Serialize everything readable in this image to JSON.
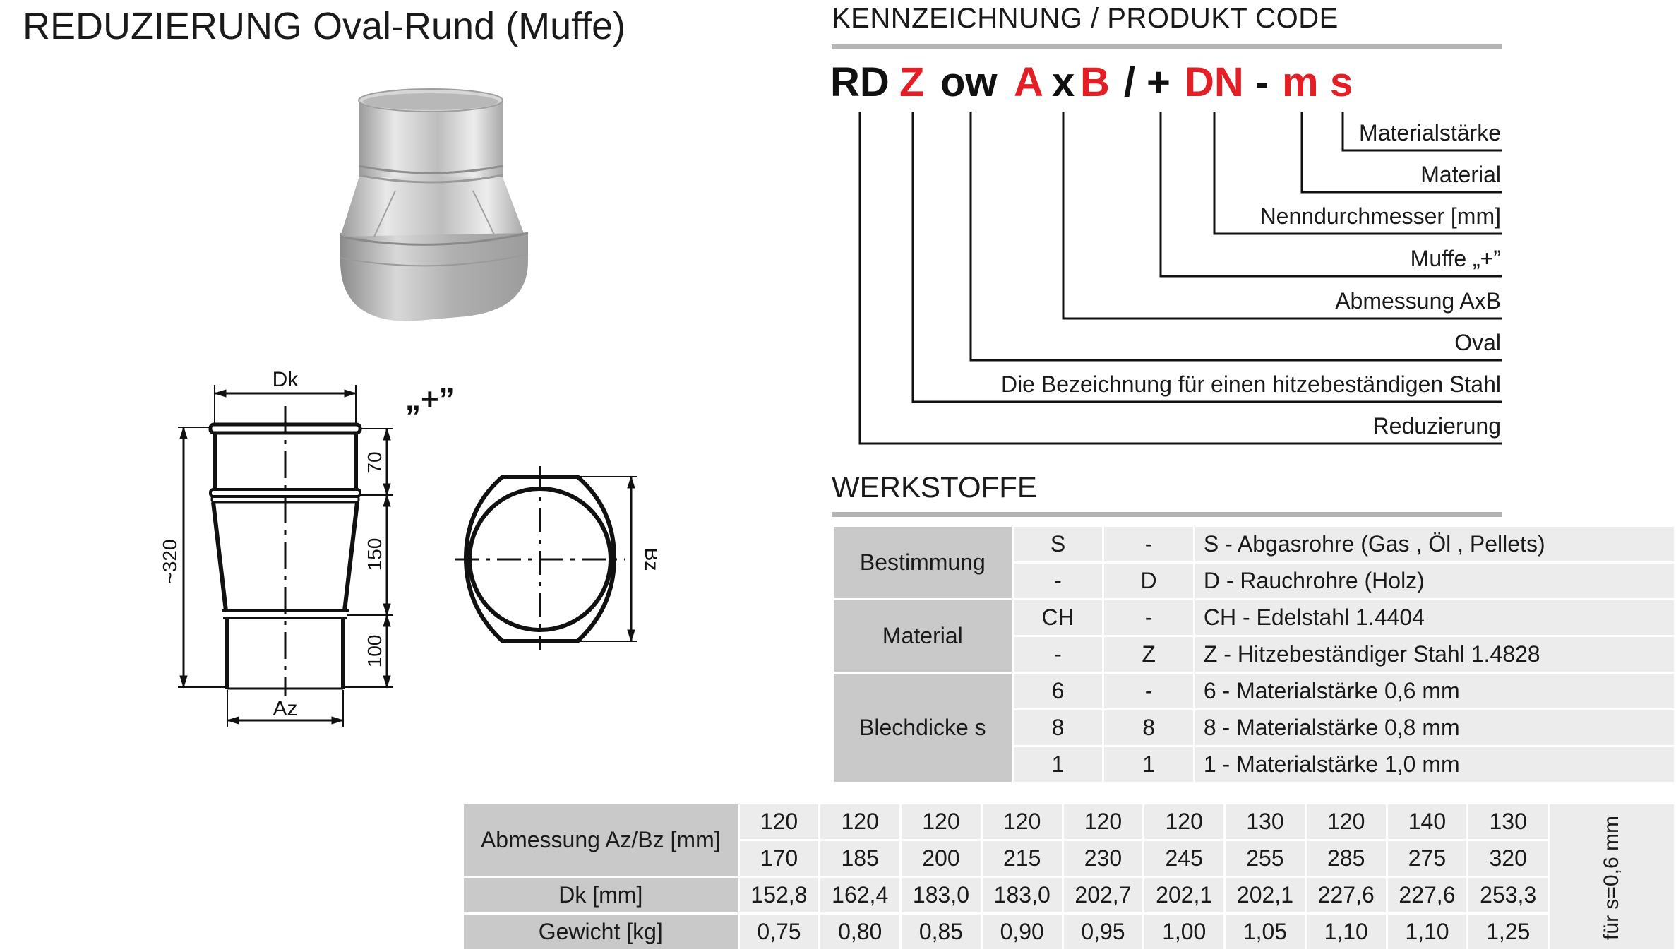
{
  "page": {
    "title": "REDUZIERUNG Oval-Rund (Muffe)",
    "code_heading": "KENNZEICHNUNG /  PRODUKT CODE",
    "werkstoffe_heading": "WERKSTOFFE"
  },
  "code": {
    "parts": [
      {
        "text": "RD",
        "color": "#111111"
      },
      {
        "text": "Z",
        "color": "#e31e24"
      },
      {
        "text": "ow",
        "color": "#111111"
      },
      {
        "text": "A",
        "color": "#e31e24"
      },
      {
        "text": "x",
        "color": "#111111"
      },
      {
        "text": "B",
        "color": "#e31e24"
      },
      {
        "text": "/",
        "color": "#111111"
      },
      {
        "text": "+",
        "color": "#111111"
      },
      {
        "text": "DN",
        "color": "#e31e24"
      },
      {
        "text": "-",
        "color": "#111111"
      },
      {
        "text": "m",
        "color": "#e31e24"
      },
      {
        "text": "s",
        "color": "#e31e24"
      }
    ],
    "legend": [
      "Materialstärke",
      "Material",
      "Nenndurchmesser [mm]",
      "Muffe „+”",
      "Abmessung AxB",
      "Oval",
      "Die Bezeichnung für einen hitzebeständigen Stahl",
      "Reduzierung"
    ]
  },
  "drawing": {
    "dk": "Dk",
    "az": "Az",
    "bz": "Bz",
    "total": "~320",
    "seg1": "70",
    "seg2": "150",
    "seg3": "100",
    "plus": "„+”"
  },
  "werkstoffe": {
    "rows": [
      {
        "cat": "Bestimmung",
        "c1": "S",
        "c2": "-",
        "desc": "S - Abgasrohre (Gas , Öl , Pellets)"
      },
      {
        "cat": "",
        "c1": "-",
        "c2": "D",
        "desc": "D - Rauchrohre (Holz)"
      },
      {
        "cat": "Material",
        "c1": "CH",
        "c2": "-",
        "desc": "CH - Edelstahl 1.4404"
      },
      {
        "cat": "",
        "c1": "-",
        "c2": "Z",
        "desc": "Z - Hitzebeständiger Stahl 1.4828"
      },
      {
        "cat": "Blechdicke s",
        "c1": "6",
        "c2": "-",
        "desc": "6 - Materialstärke 0,6 mm"
      },
      {
        "cat": "",
        "c1": "8",
        "c2": "8",
        "desc": "8 - Materialstärke 0,8 mm"
      },
      {
        "cat": "",
        "c1": "1",
        "c2": "1",
        "desc": "1 - Materialstärke 1,0 mm"
      }
    ]
  },
  "dimensions": {
    "label_size": "Abmessung Az/Bz [mm]",
    "label_dk": "Dk [mm]",
    "label_weight": "Gewicht [kg]",
    "side_note": "für s=0,6 mm",
    "az": [
      "120",
      "120",
      "120",
      "120",
      "120",
      "120",
      "130",
      "120",
      "140",
      "130"
    ],
    "bz": [
      "170",
      "185",
      "200",
      "215",
      "230",
      "245",
      "255",
      "285",
      "275",
      "320"
    ],
    "dk": [
      "152,8",
      "162,4",
      "183,0",
      "183,0",
      "202,7",
      "202,1",
      "202,1",
      "227,6",
      "227,6",
      "253,3"
    ],
    "weight": [
      "0,75",
      "0,80",
      "0,85",
      "0,90",
      "0,95",
      "1,00",
      "1,05",
      "1,10",
      "1,10",
      "1,25"
    ]
  }
}
